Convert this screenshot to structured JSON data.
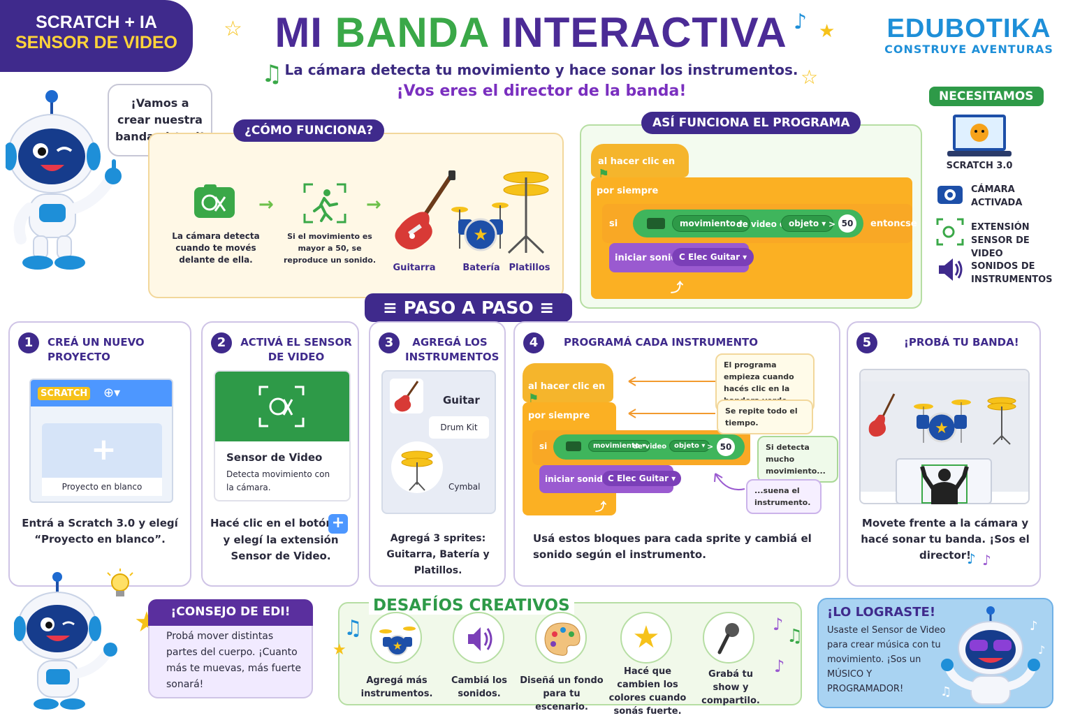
{
  "header": {
    "badge_line1": "SCRATCH + IA",
    "badge_line2": "SENSOR DE VIDEO",
    "title_word1": "MI",
    "title_word2": "BANDA",
    "title_word3": "INTERACTIVA",
    "subtitle1": "La cámara detecta tu movimiento y hace sonar los instrumentos.",
    "subtitle2": "¡Vos eres el director de la banda!",
    "logo_text": "EDUBOTIKA",
    "logo_tagline": "CONSTRUYE AVENTURAS"
  },
  "mascot": {
    "speech": "¡Vamos a crear nuestra banda virtual!"
  },
  "como_funciona": {
    "label": "¿CÓMO FUNCIONA?",
    "step1": "La cámara detecta cuando te movés delante de ella.",
    "step2": "Si el movimiento es mayor a 50, se reproduce un sonido.",
    "instruments": [
      "Guitarra",
      "Batería",
      "Platillos"
    ]
  },
  "programa": {
    "label": "ASÍ FUNCIONA EL PROGRAMA",
    "hat": "al hacer clic en",
    "forever": "por siempre",
    "if": "si",
    "motion": "movimiento",
    "video_on": "de video en",
    "object": "objeto",
    "gt": ">",
    "value": "50",
    "then": "entoncse",
    "play": "iniciar sonido",
    "sound": "C Elec Guitar"
  },
  "necesitamos": {
    "label": "NECESITAMOS",
    "items": [
      "SCRATCH 3.0",
      "CÁMARA ACTIVADA",
      "EXTENSIÓN SENSOR DE VIDEO",
      "SONIDOS DE INSTRUMENTOS"
    ]
  },
  "paso_a_paso": "PASO A PASO",
  "steps": [
    {
      "n": "1",
      "title": "CREÁ UN NUEVO PROYECTO",
      "blank": "Proyecto en blanco",
      "logo": "SCRATCH",
      "text": "Entrá a Scratch 3.0 y elegí “Proyecto en blanco”."
    },
    {
      "n": "2",
      "title": "ACTIVÁ EL SENSOR DE VIDEO",
      "card_title": "Sensor de Video",
      "card_desc": "Detecta movimiento con la cámara.",
      "text1": "Hacé clic en el botón",
      "text2": "y elegí la extensión Sensor de Video."
    },
    {
      "n": "3",
      "title": "AGREGÁ LOS INSTRUMENTOS",
      "sprites": [
        "Guitar",
        "Drum Kit",
        "Cymbal"
      ],
      "text": "Agregá 3 sprites: Guitarra, Batería y Platillos."
    },
    {
      "n": "4",
      "title": "PROGRAMÁ CADA INSTRUMENTO",
      "call1": "El programa empieza cuando hacés clic en la bandera verde.",
      "call2": "Se repite todo el tiempo.",
      "call3": "Si detecta mucho movimiento...",
      "call4": "...suena el instrumento.",
      "text": "Usá estos bloques para cada sprite y cambiá el sonido según el instrumento."
    },
    {
      "n": "5",
      "title": "¡PROBÁ TU BANDA!",
      "text": "Movete frente a la cámara y hacé sonar tu banda. ¡Sos el director!"
    }
  ],
  "consejo": {
    "title": "¡CONSEJO DE EDI!",
    "text": "Probá mover distintas partes del cuerpo. ¡Cuanto más te muevas, más fuerte sonará!"
  },
  "desafios": {
    "title": "DESAFÍOS CREATIVOS",
    "items": [
      "Agregá más instrumentos.",
      "Cambiá los sonidos.",
      "Diseñá un fondo para tu escenario.",
      "Hacé que cambien los colores cuando sonás fuerte.",
      "Grabá tu show y compartilo."
    ]
  },
  "logrado": {
    "title": "¡LO LOGRASTE!",
    "text": "Usaste el Sensor de Video para crear música con tu movimiento. ¡Sos un MÚSICO Y PROGRAMADOR!"
  }
}
